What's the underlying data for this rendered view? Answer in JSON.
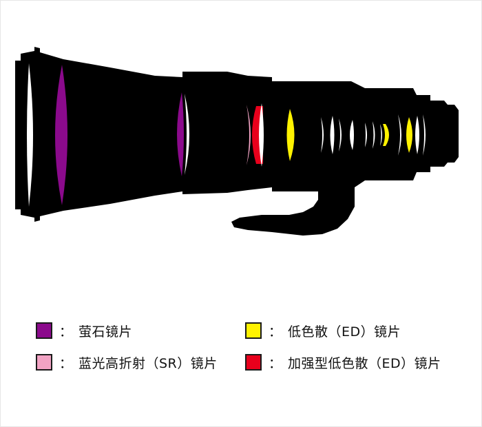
{
  "colors": {
    "body": "#000000",
    "glass": "#ffffff",
    "fluorite": "#8b0a8c",
    "sr": "#f2a3c4",
    "ed": "#fff200",
    "super_ed": "#e8001c"
  },
  "legend": [
    {
      "label": "萤石镜片",
      "color": "#8b0a8c",
      "colon": "："
    },
    {
      "label": "低色散（ED）镜片",
      "color": "#fff200",
      "colon": "："
    },
    {
      "label": "蓝光高折射（SR）镜片",
      "color": "#f2a3c4",
      "colon": "："
    },
    {
      "label": "加强型低色散（ED）镜片",
      "color": "#e8001c",
      "colon": "："
    }
  ]
}
